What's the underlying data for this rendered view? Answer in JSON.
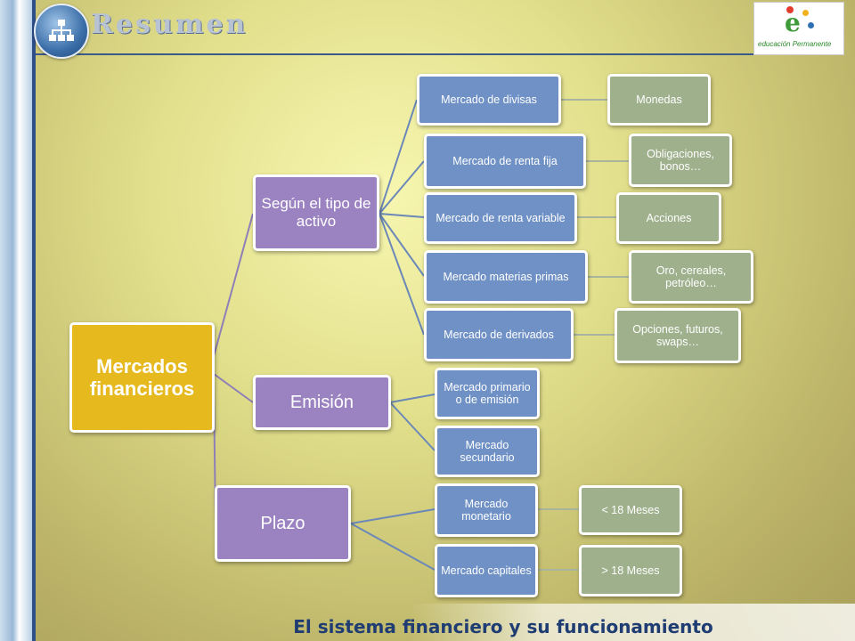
{
  "header": {
    "title": "Resumen",
    "brand_text": "educación Permanente"
  },
  "footer": {
    "text": "El sistema financiero y su funcionamiento"
  },
  "diagram": {
    "root": "Mercados financieros",
    "categories": [
      {
        "label": "Según el tipo de activo",
        "markets": [
          {
            "label": "Mercado  de divisas",
            "example": "Monedas"
          },
          {
            "label": "Mercado  de renta fija",
            "example": "Obligaciones, bonos…"
          },
          {
            "label": "Mercado  de renta variable",
            "example": "Acciones"
          },
          {
            "label": "Mercado materias primas",
            "example": "Oro, cereales, petróleo…"
          },
          {
            "label": "Mercado de derivados",
            "example": "Opciones, futuros, swaps…"
          }
        ]
      },
      {
        "label": "Emisión",
        "markets": [
          {
            "label": "Mercado primario o de emisión"
          },
          {
            "label": "Mercado secundario"
          }
        ]
      },
      {
        "label": "Plazo",
        "markets": [
          {
            "label": "Mercado monetario",
            "example": "< 18 Meses"
          },
          {
            "label": "Mercado capitales",
            "example": "> 18 Meses"
          }
        ]
      }
    ]
  }
}
